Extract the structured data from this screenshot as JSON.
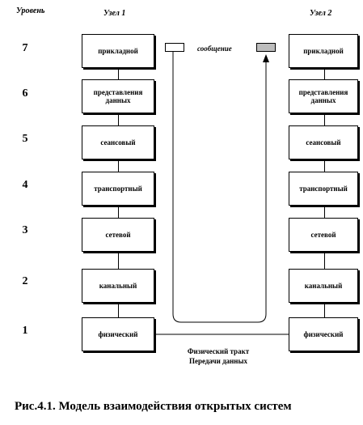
{
  "headers": {
    "level": "Уровень",
    "node1": "Узел 1",
    "node2": "Узел 2"
  },
  "levels": [
    "7",
    "6",
    "5",
    "4",
    "3",
    "2",
    "1"
  ],
  "layers": [
    "прикладной",
    "представления данных",
    "сеансовый",
    "транспортный",
    "сетевой",
    "канальный",
    "физический"
  ],
  "message": "сообщение",
  "physical_path": {
    "line1": "Физический тракт",
    "line2": "Передачи данных"
  },
  "caption": "Рис.4.1.  Модель взаимодействия открытых систем",
  "colors": {
    "message_box_left": "#ffffff",
    "message_box_right": "#bdbdbd"
  }
}
